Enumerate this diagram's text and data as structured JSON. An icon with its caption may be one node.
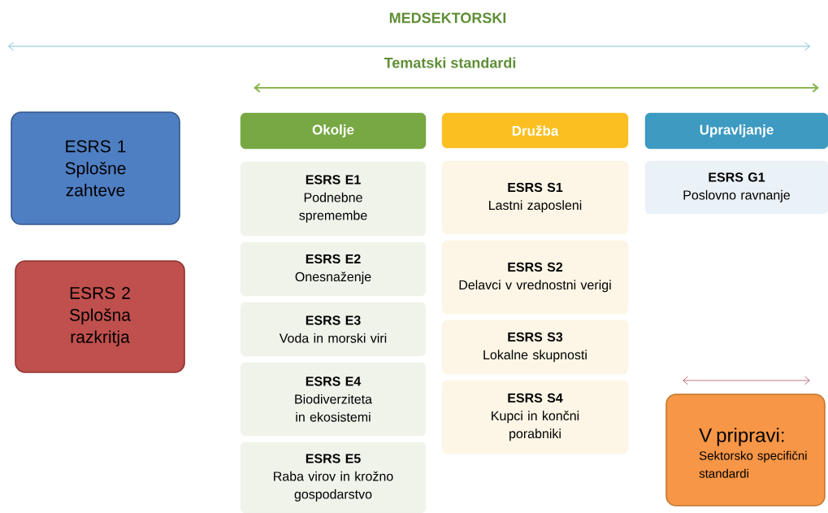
{
  "diagram": {
    "nodes": [
      {
        "text": [
          "ESRS 1 Splošne zahteve"
        ]
      },
      {
        "text": [
          "ESRS 2 Splošna razkritja"
        ]
      },
      {
        "text": [
          "Okolje"
        ]
      },
      {
        "text": [
          "ESRS E1",
          "Podnebne spremembe"
        ]
      },
      {
        "text": [
          "ESRS E2",
          "Onesnaženje"
        ]
      },
      {
        "text": [
          "ESRS E3",
          "Voda in morski viri"
        ]
      },
      {
        "text": [
          "ESRS E4",
          "Biodiverziteta in ekosistemi"
        ]
      },
      {
        "text": [
          "ESRS E5",
          "Raba virov in krožno gospodarstvo"
        ]
      },
      {
        "text": [
          "Družba"
        ]
      },
      {
        "text": [
          "ESRS S1",
          "Lastni zaposleni"
        ]
      },
      {
        "text": [
          "ESRS S2",
          "Delavci v vrednostni verigi"
        ]
      },
      {
        "text": [
          "ESRS S3",
          "Lokalne skupnosti"
        ]
      },
      {
        "text": [
          "ESRS S4",
          "Kupci in končni porabniki"
        ]
      },
      {
        "text": [
          "Upravljanje"
        ]
      },
      {
        "text": [
          "ESRS G1",
          "Poslovno ravnanje"
        ]
      },
      {
        "text": [
          "V pripravi:",
          "Sektorsko specifični standardi"
        ]
      }
    ],
    "labels": [
      "MEDSEKTORSKI",
      "Tematski standardi"
    ]
  }
}
